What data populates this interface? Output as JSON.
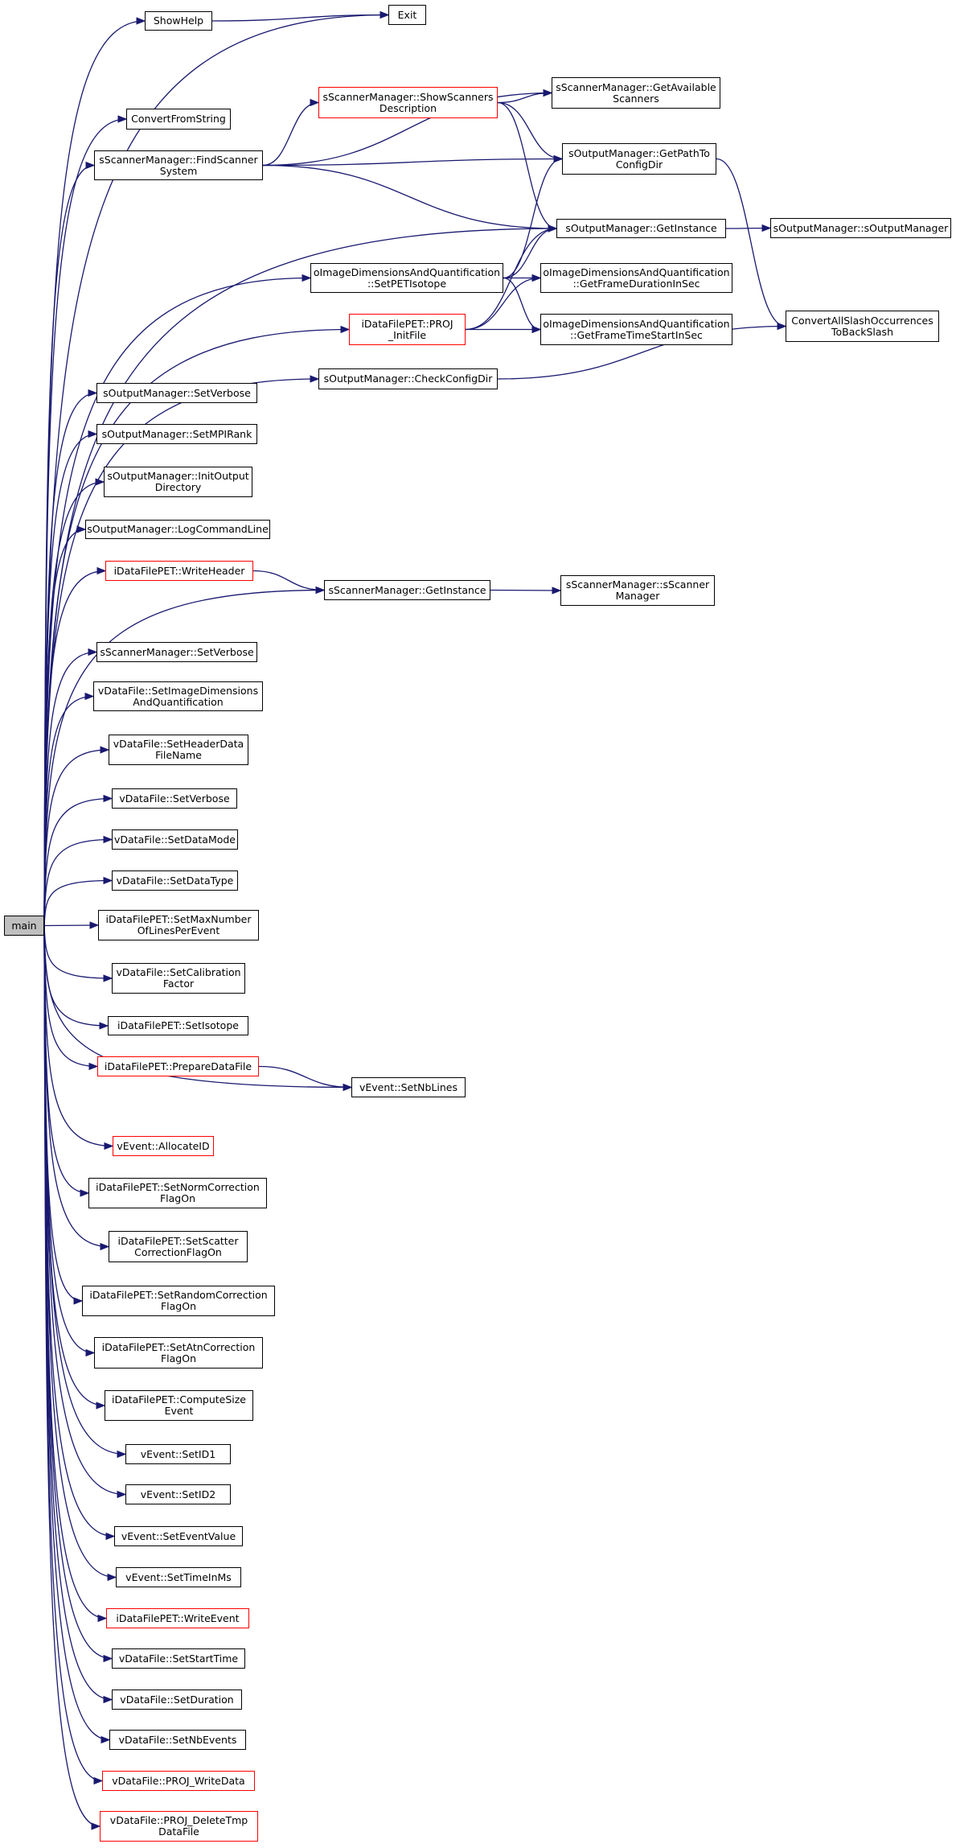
{
  "theme": {
    "edge": "#191970",
    "border": "#000000",
    "partial_border": "#ff0000",
    "root_fill": "#bfbfbf"
  },
  "nodes": [
    {
      "id": "main",
      "label": "main",
      "kind": "root"
    },
    {
      "id": "show_help",
      "label": "ShowHelp",
      "kind": "normal"
    },
    {
      "id": "exit",
      "label": "Exit",
      "kind": "normal"
    },
    {
      "id": "convert_from_string",
      "label": "ConvertFromString",
      "kind": "normal"
    },
    {
      "id": "find_scanner_system",
      "label": "sScannerManager::FindScanner\nSystem",
      "kind": "normal"
    },
    {
      "id": "show_scanners_desc",
      "label": "sScannerManager::ShowScanners\nDescription",
      "kind": "partial"
    },
    {
      "id": "get_available_scanners",
      "label": "sScannerManager::GetAvailable\nScanners",
      "kind": "normal"
    },
    {
      "id": "get_path_to_config_dir",
      "label": "sOutputManager::GetPathTo\nConfigDir",
      "kind": "normal"
    },
    {
      "id": "out_get_instance",
      "label": "sOutputManager::GetInstance",
      "kind": "normal"
    },
    {
      "id": "s_output_manager",
      "label": "sOutputManager::sOutputManager",
      "kind": "normal"
    },
    {
      "id": "set_pet_isotope",
      "label": "oImageDimensionsAndQuantification\n::SetPETIsotope",
      "kind": "normal"
    },
    {
      "id": "get_frame_duration",
      "label": "oImageDimensionsAndQuantification\n::GetFrameDurationInSec",
      "kind": "normal"
    },
    {
      "id": "proj_init_file",
      "label": "iDataFilePET::PROJ\n_InitFile",
      "kind": "partial"
    },
    {
      "id": "get_frame_time_start",
      "label": "oImageDimensionsAndQuantification\n::GetFrameTimeStartInSec",
      "kind": "normal"
    },
    {
      "id": "convert_all_slash",
      "label": "ConvertAllSlashOccurrences\nToBackSlash",
      "kind": "normal"
    },
    {
      "id": "check_config_dir",
      "label": "sOutputManager::CheckConfigDir",
      "kind": "normal"
    },
    {
      "id": "out_set_verbose",
      "label": "sOutputManager::SetVerbose",
      "kind": "normal"
    },
    {
      "id": "set_mpi_rank",
      "label": "sOutputManager::SetMPIRank",
      "kind": "normal"
    },
    {
      "id": "init_output_dir",
      "label": "sOutputManager::InitOutput\nDirectory",
      "kind": "normal"
    },
    {
      "id": "log_command_line",
      "label": "sOutputManager::LogCommandLine",
      "kind": "normal"
    },
    {
      "id": "write_header",
      "label": "iDataFilePET::WriteHeader",
      "kind": "partial"
    },
    {
      "id": "scan_get_instance",
      "label": "sScannerManager::GetInstance",
      "kind": "normal"
    },
    {
      "id": "s_scanner_manager",
      "label": "sScannerManager::sScanner\nManager",
      "kind": "normal"
    },
    {
      "id": "scan_set_verbose",
      "label": "sScannerManager::SetVerbose",
      "kind": "normal"
    },
    {
      "id": "set_image_dims",
      "label": "vDataFile::SetImageDimensions\nAndQuantification",
      "kind": "normal"
    },
    {
      "id": "set_header_data_file_name",
      "label": "vDataFile::SetHeaderData\nFileName",
      "kind": "normal"
    },
    {
      "id": "df_set_verbose",
      "label": "vDataFile::SetVerbose",
      "kind": "normal"
    },
    {
      "id": "set_data_mode",
      "label": "vDataFile::SetDataMode",
      "kind": "normal"
    },
    {
      "id": "set_data_type",
      "label": "vDataFile::SetDataType",
      "kind": "normal"
    },
    {
      "id": "set_max_lines",
      "label": "iDataFilePET::SetMaxNumber\nOfLinesPerEvent",
      "kind": "normal"
    },
    {
      "id": "set_calibration",
      "label": "vDataFile::SetCalibration\nFactor",
      "kind": "normal"
    },
    {
      "id": "set_isotope",
      "label": "iDataFilePET::SetIsotope",
      "kind": "normal"
    },
    {
      "id": "prepare_data_file",
      "label": "iDataFilePET::PrepareDataFile",
      "kind": "partial"
    },
    {
      "id": "set_nb_lines",
      "label": "vEvent::SetNbLines",
      "kind": "normal"
    },
    {
      "id": "allocate_id",
      "label": "vEvent::AllocateID",
      "kind": "partial"
    },
    {
      "id": "set_norm_corr",
      "label": "iDataFilePET::SetNormCorrection\nFlagOn",
      "kind": "normal"
    },
    {
      "id": "set_scatter_corr",
      "label": "iDataFilePET::SetScatter\nCorrectionFlagOn",
      "kind": "normal"
    },
    {
      "id": "set_random_corr",
      "label": "iDataFilePET::SetRandomCorrection\nFlagOn",
      "kind": "normal"
    },
    {
      "id": "set_atn_corr",
      "label": "iDataFilePET::SetAtnCorrection\nFlagOn",
      "kind": "normal"
    },
    {
      "id": "compute_size_event",
      "label": "iDataFilePET::ComputeSize\nEvent",
      "kind": "normal"
    },
    {
      "id": "set_id1",
      "label": "vEvent::SetID1",
      "kind": "normal"
    },
    {
      "id": "set_id2",
      "label": "vEvent::SetID2",
      "kind": "normal"
    },
    {
      "id": "set_event_value",
      "label": "vEvent::SetEventValue",
      "kind": "normal"
    },
    {
      "id": "set_time_in_ms",
      "label": "vEvent::SetTimeInMs",
      "kind": "normal"
    },
    {
      "id": "write_event",
      "label": "iDataFilePET::WriteEvent",
      "kind": "partial"
    },
    {
      "id": "set_start_time",
      "label": "vDataFile::SetStartTime",
      "kind": "normal"
    },
    {
      "id": "set_duration",
      "label": "vDataFile::SetDuration",
      "kind": "normal"
    },
    {
      "id": "set_nb_events",
      "label": "vDataFile::SetNbEvents",
      "kind": "normal"
    },
    {
      "id": "proj_write_data",
      "label": "vDataFile::PROJ_WriteData",
      "kind": "partial"
    },
    {
      "id": "proj_delete_tmp",
      "label": "vDataFile::PROJ_DeleteTmp\nDataFile",
      "kind": "partial"
    }
  ],
  "edges": [
    [
      "main",
      "show_help"
    ],
    [
      "show_help",
      "exit"
    ],
    [
      "main",
      "exit"
    ],
    [
      "main",
      "convert_from_string"
    ],
    [
      "main",
      "find_scanner_system"
    ],
    [
      "find_scanner_system",
      "get_available_scanners"
    ],
    [
      "find_scanner_system",
      "show_scanners_desc"
    ],
    [
      "find_scanner_system",
      "get_path_to_config_dir"
    ],
    [
      "find_scanner_system",
      "out_get_instance"
    ],
    [
      "show_scanners_desc",
      "get_available_scanners"
    ],
    [
      "show_scanners_desc",
      "get_path_to_config_dir"
    ],
    [
      "show_scanners_desc",
      "out_get_instance"
    ],
    [
      "get_path_to_config_dir",
      "convert_all_slash"
    ],
    [
      "out_get_instance",
      "s_output_manager"
    ],
    [
      "main",
      "out_get_instance"
    ],
    [
      "main",
      "set_pet_isotope"
    ],
    [
      "set_pet_isotope",
      "get_path_to_config_dir"
    ],
    [
      "set_pet_isotope",
      "out_get_instance"
    ],
    [
      "set_pet_isotope",
      "get_frame_duration"
    ],
    [
      "set_pet_isotope",
      "get_frame_time_start"
    ],
    [
      "main",
      "proj_init_file"
    ],
    [
      "proj_init_file",
      "out_get_instance"
    ],
    [
      "proj_init_file",
      "get_frame_duration"
    ],
    [
      "proj_init_file",
      "get_frame_time_start"
    ],
    [
      "main",
      "check_config_dir"
    ],
    [
      "check_config_dir",
      "convert_all_slash"
    ],
    [
      "main",
      "out_set_verbose"
    ],
    [
      "main",
      "set_mpi_rank"
    ],
    [
      "main",
      "init_output_dir"
    ],
    [
      "main",
      "log_command_line"
    ],
    [
      "main",
      "write_header"
    ],
    [
      "write_header",
      "scan_get_instance"
    ],
    [
      "main",
      "scan_get_instance"
    ],
    [
      "scan_get_instance",
      "s_scanner_manager"
    ],
    [
      "main",
      "scan_set_verbose"
    ],
    [
      "main",
      "set_image_dims"
    ],
    [
      "main",
      "set_header_data_file_name"
    ],
    [
      "main",
      "df_set_verbose"
    ],
    [
      "main",
      "set_data_mode"
    ],
    [
      "main",
      "set_data_type"
    ],
    [
      "main",
      "set_max_lines"
    ],
    [
      "main",
      "set_calibration"
    ],
    [
      "main",
      "set_isotope"
    ],
    [
      "main",
      "prepare_data_file"
    ],
    [
      "prepare_data_file",
      "set_nb_lines"
    ],
    [
      "main",
      "set_nb_lines"
    ],
    [
      "main",
      "allocate_id"
    ],
    [
      "main",
      "set_norm_corr"
    ],
    [
      "main",
      "set_scatter_corr"
    ],
    [
      "main",
      "set_random_corr"
    ],
    [
      "main",
      "set_atn_corr"
    ],
    [
      "main",
      "compute_size_event"
    ],
    [
      "main",
      "set_id1"
    ],
    [
      "main",
      "set_id2"
    ],
    [
      "main",
      "set_event_value"
    ],
    [
      "main",
      "set_time_in_ms"
    ],
    [
      "main",
      "write_event"
    ],
    [
      "main",
      "set_start_time"
    ],
    [
      "main",
      "set_duration"
    ],
    [
      "main",
      "set_nb_events"
    ],
    [
      "main",
      "proj_write_data"
    ],
    [
      "main",
      "proj_delete_tmp"
    ]
  ]
}
